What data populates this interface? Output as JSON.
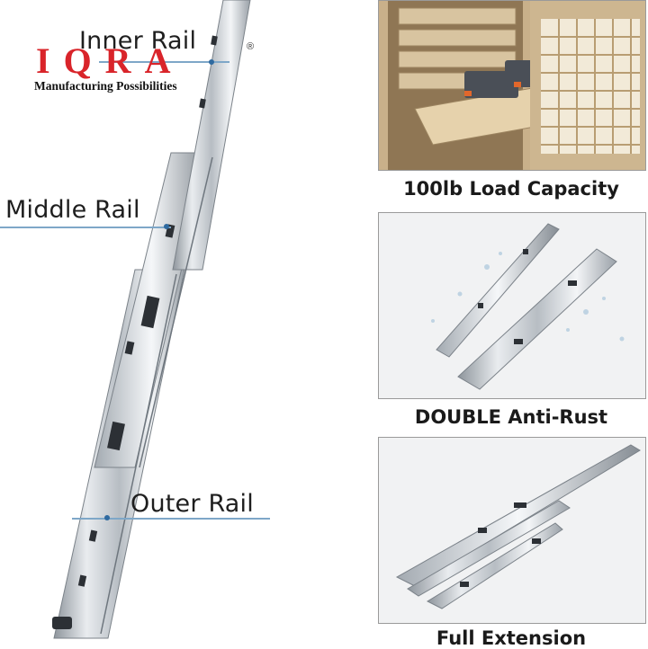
{
  "logo": {
    "wordmark": "IQRA",
    "registered": "®",
    "tagline": "Manufacturing Possibilities"
  },
  "callouts": {
    "inner_rail": "Inner Rail",
    "middle_rail": "Middle Rail",
    "outer_rail": "Outer Rail"
  },
  "features": [
    {
      "caption": "100lb Load Capacity"
    },
    {
      "caption": "DOUBLE Anti-Rust"
    },
    {
      "caption": "Full Extension"
    }
  ],
  "colors": {
    "logo_red": "#d9242a",
    "callout_line": "#7ea7c8",
    "steel": "#c9ced3"
  }
}
